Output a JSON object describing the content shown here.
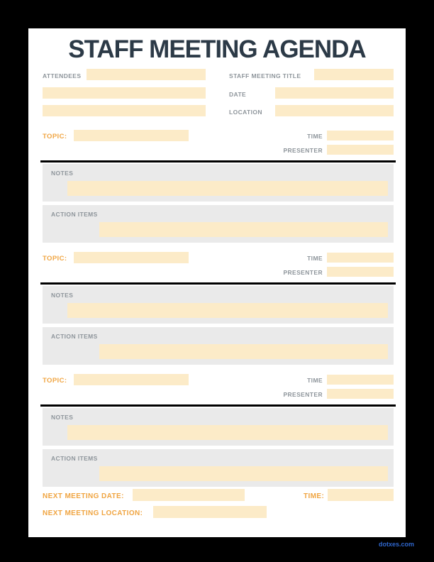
{
  "title": "STAFF MEETING AGENDA",
  "watermark": "dotxes.com",
  "colors": {
    "frame_bg": "#000000",
    "page_bg": "#ffffff",
    "title_text": "#2c3a47",
    "label_gray": "#8e959b",
    "label_orange": "#f0a542",
    "field_bg": "#fcebc8",
    "section_bg": "#eaeaea",
    "divider": "#000000",
    "watermark_blue": "#2f66cc"
  },
  "header": {
    "attendees_label": "ATTENDEES",
    "attendees_values": [
      "",
      "",
      ""
    ],
    "meeting_title_label": "STAFF MEETING TITLE",
    "meeting_title_value": "",
    "date_label": "DATE",
    "date_value": "",
    "location_label": "LOCATION",
    "location_value": ""
  },
  "section_labels": {
    "topic": "TOPIC:",
    "time": "TIME",
    "presenter": "PRESENTER",
    "notes": "NOTES",
    "action_items": "ACTION ITEMS"
  },
  "topics": [
    {
      "topic": "",
      "time": "",
      "presenter": "",
      "notes": "",
      "action_items": ""
    },
    {
      "topic": "",
      "time": "",
      "presenter": "",
      "notes": "",
      "action_items": ""
    },
    {
      "topic": "",
      "time": "",
      "presenter": "",
      "notes": "",
      "action_items": ""
    }
  ],
  "footer": {
    "next_meeting_date_label": "NEXT MEETING DATE:",
    "next_meeting_date_value": "",
    "time_label": "TIME:",
    "time_value": "",
    "next_meeting_location_label": "NEXT MEETING LOCATION:",
    "next_meeting_location_value": ""
  }
}
